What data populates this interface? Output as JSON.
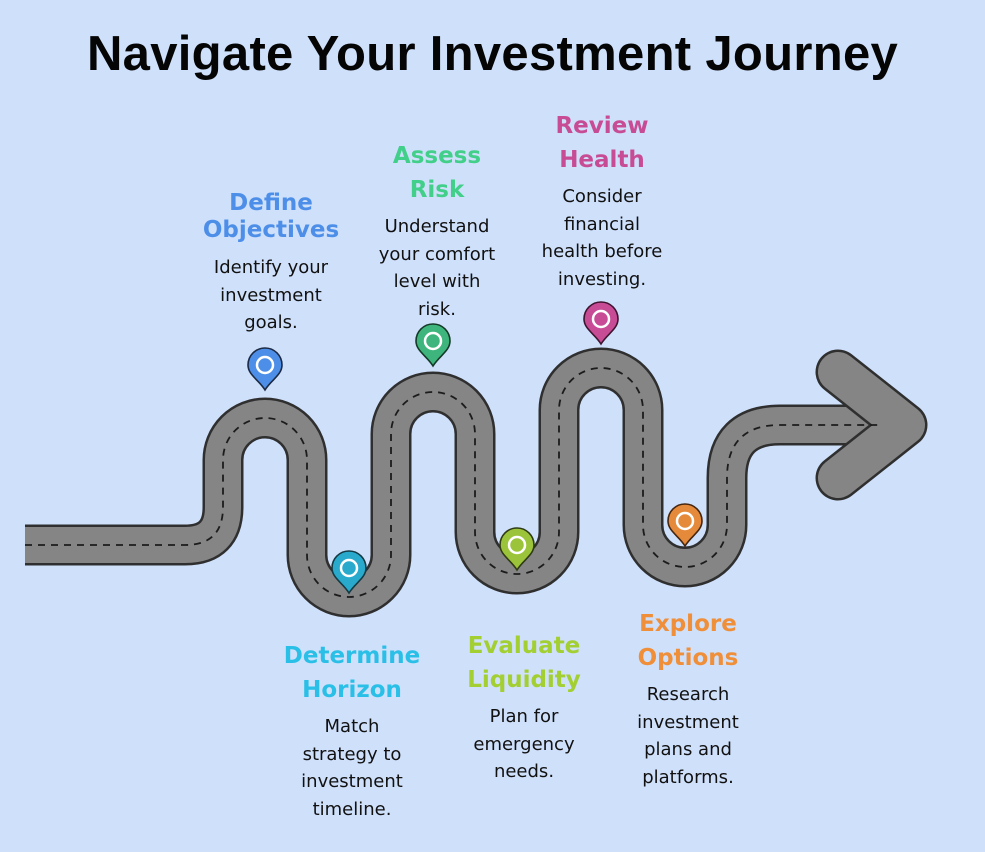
{
  "title": "Navigate Your Investment Journey",
  "steps": [
    {
      "heading": [
        "Define",
        "Objectives"
      ],
      "desc": [
        "Identify your",
        "investment",
        "goals."
      ],
      "color": "#4d8fe8",
      "pin_icon": "location-pin-icon"
    },
    {
      "heading": [
        "Determine",
        "Horizon"
      ],
      "desc": [
        "Match",
        "strategy to",
        "investment",
        "timeline."
      ],
      "color": "#29bfe6",
      "pin_icon": "location-pin-icon"
    },
    {
      "heading": [
        "Assess",
        "Risk"
      ],
      "desc": [
        "Understand",
        "your comfort",
        "level with",
        "risk."
      ],
      "color": "#41cf8a",
      "pin_icon": "location-pin-icon"
    },
    {
      "heading": [
        "Evaluate",
        "Liquidity"
      ],
      "desc": [
        "Plan for",
        "emergency",
        "needs."
      ],
      "color": "#a3cf33",
      "pin_icon": "location-pin-icon"
    },
    {
      "heading": [
        "Review",
        "Health"
      ],
      "desc": [
        "Consider",
        "financial",
        "health before",
        "investing."
      ],
      "color": "#c84b96",
      "pin_icon": "location-pin-icon"
    },
    {
      "heading": [
        "Explore",
        "Options"
      ],
      "desc": [
        "Research",
        "investment",
        "plans and",
        "platforms."
      ],
      "color": "#ef8f3a",
      "pin_icon": "location-pin-icon"
    }
  ]
}
